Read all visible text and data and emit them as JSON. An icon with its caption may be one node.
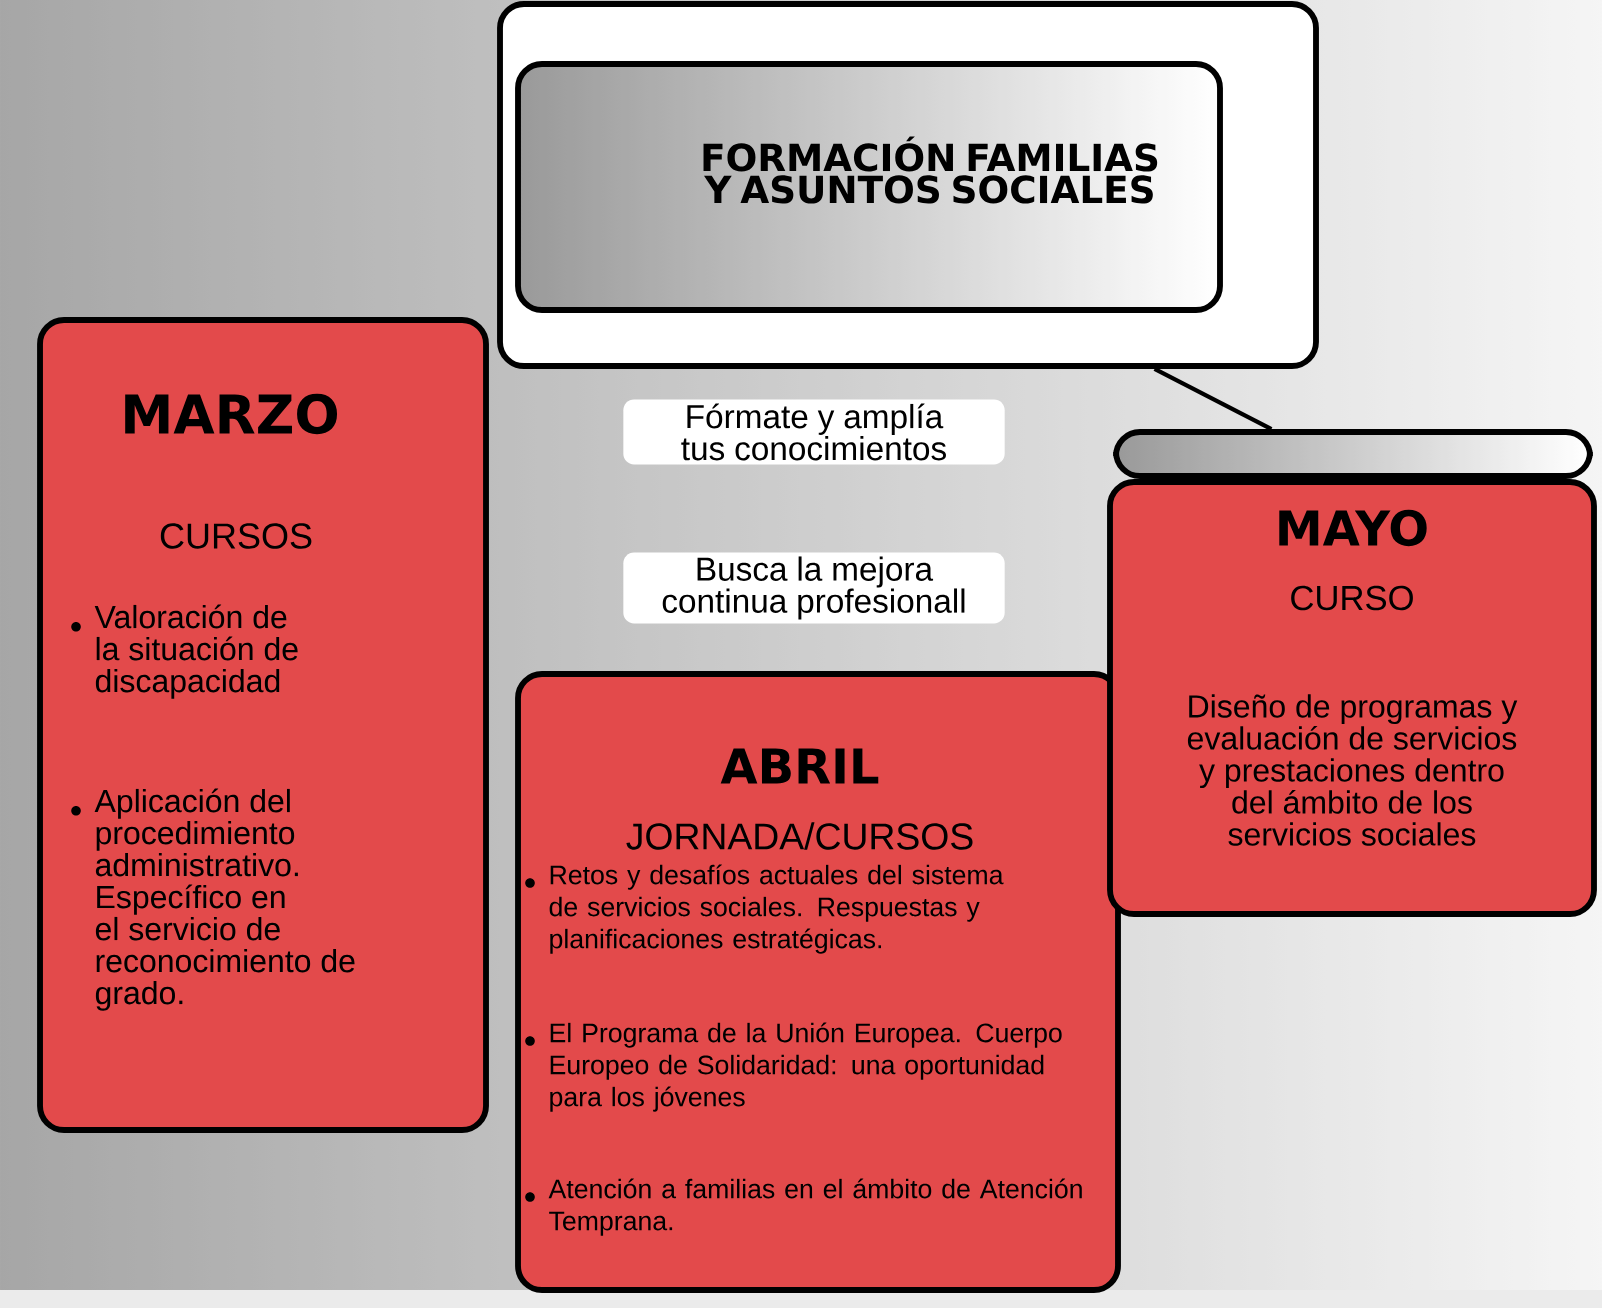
{
  "diagram": {
    "nodes": [
      {
        "text": [],
        "shape": "box"
      },
      {
        "text": [
          "FORMACIÓN FAMILIAS Y ASUNTOS SOCIALES"
        ],
        "in": 0
      },
      {
        "text": [
          "MARZO",
          "CURSOS",
          "Valoración de la situación de discapacidad",
          "Aplicación del procedimiento administrativo. Específico en el servicio de reconocimiento de grado."
        ]
      },
      {
        "text": [
          "ABRIL",
          "JORNADA/CURSOS",
          "Retos y desafíos actuales del sistema de servicios sociales. Respuestas y planificaciones estratégicas.",
          "El Programa de la Unión Europea. Cuerpo Europeo de Solidaridad: una oportunidad para los jóvenes",
          "Atención a familias en el ámbito de Atención Temprana."
        ]
      },
      {
        "text": [],
        "shape": "box"
      },
      {
        "text": [
          "MAYO",
          "CURSO",
          "Diseño de programas y evaluación de servicios y prestaciones dentro del ámbito de los servicios sociales"
        ]
      }
    ],
    "edges": [
      {
        "from": 0,
        "to": 4,
        "arrow": "none"
      }
    ],
    "labels": [
      "Fórmate y amplía tus conocimientos",
      "Busca la mejora continua profesionall"
    ]
  }
}
